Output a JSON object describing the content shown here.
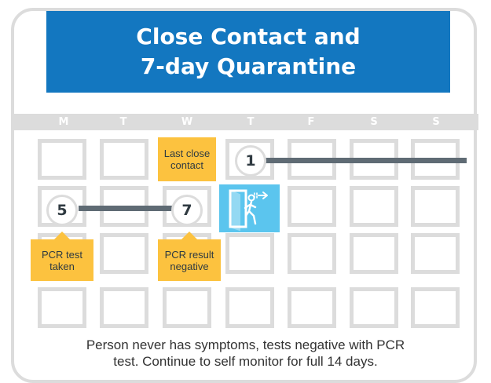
{
  "title": {
    "line1": "Close Contact and",
    "line2": "7-day Quarantine"
  },
  "colors": {
    "banner": "#1377c0",
    "callout": "#fcc23f",
    "exit_box": "#5bc5ee",
    "connector": "#5f6b74",
    "grid_border": "#dcdcdc"
  },
  "days": [
    "M",
    "T",
    "W",
    "T",
    "F",
    "S",
    "S"
  ],
  "markers": {
    "day1": "1",
    "day5": "5",
    "day7": "7"
  },
  "callouts": {
    "last_contact": [
      "Last close",
      "contact"
    ],
    "pcr_taken": [
      "PCR test",
      "taken"
    ],
    "pcr_result": [
      "PCR result",
      "negative"
    ]
  },
  "exit_icon": "door-exit-icon",
  "footer": {
    "line1": "Person never has symptoms, tests negative with PCR",
    "line2": "test. Continue to self monitor for full 14 days."
  }
}
